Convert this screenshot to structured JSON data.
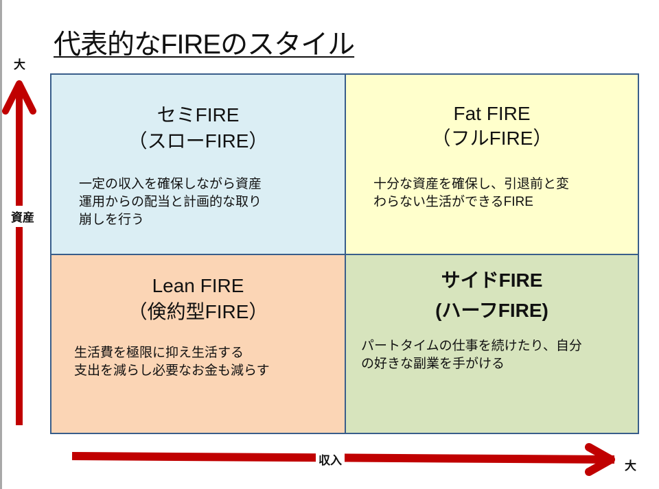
{
  "title": "代表的なFIREのスタイル",
  "y_axis": {
    "label": "資産",
    "max_label": "大"
  },
  "x_axis": {
    "label": "収入",
    "max_label": "大"
  },
  "quadrants": {
    "top_left": {
      "title1": "セミFIRE",
      "title2": "（スローFIRE）",
      "desc": [
        "一定の収入を確保しながら資産",
        "運用からの配当と計画的な取り",
        "崩しを行う"
      ]
    },
    "top_right": {
      "title1": "Fat FIRE",
      "title2": "（フルFIRE）",
      "desc": [
        "十分な資産を確保し、引退前と変",
        "わらない生活ができるFIRE"
      ]
    },
    "bottom_left": {
      "title1": "Lean FIRE",
      "title2": "（倹約型FIRE）",
      "desc": [
        "生活費を極限に抑え生活する",
        "支出を減らし必要なお金も減らす"
      ]
    },
    "bottom_right": {
      "title1": "サイドFIRE",
      "title2": "(ハーフFIRE)",
      "desc": [
        "パートタイムの仕事を続けたり、自分",
        "の好きな副業を手がける"
      ]
    }
  },
  "colors": {
    "top_left": "#dbeef4",
    "top_right": "#ffffcc",
    "bottom_left": "#fbd5b5",
    "bottom_right": "#d7e4bd",
    "arrow": "#c00000",
    "border": "#385d8a"
  }
}
